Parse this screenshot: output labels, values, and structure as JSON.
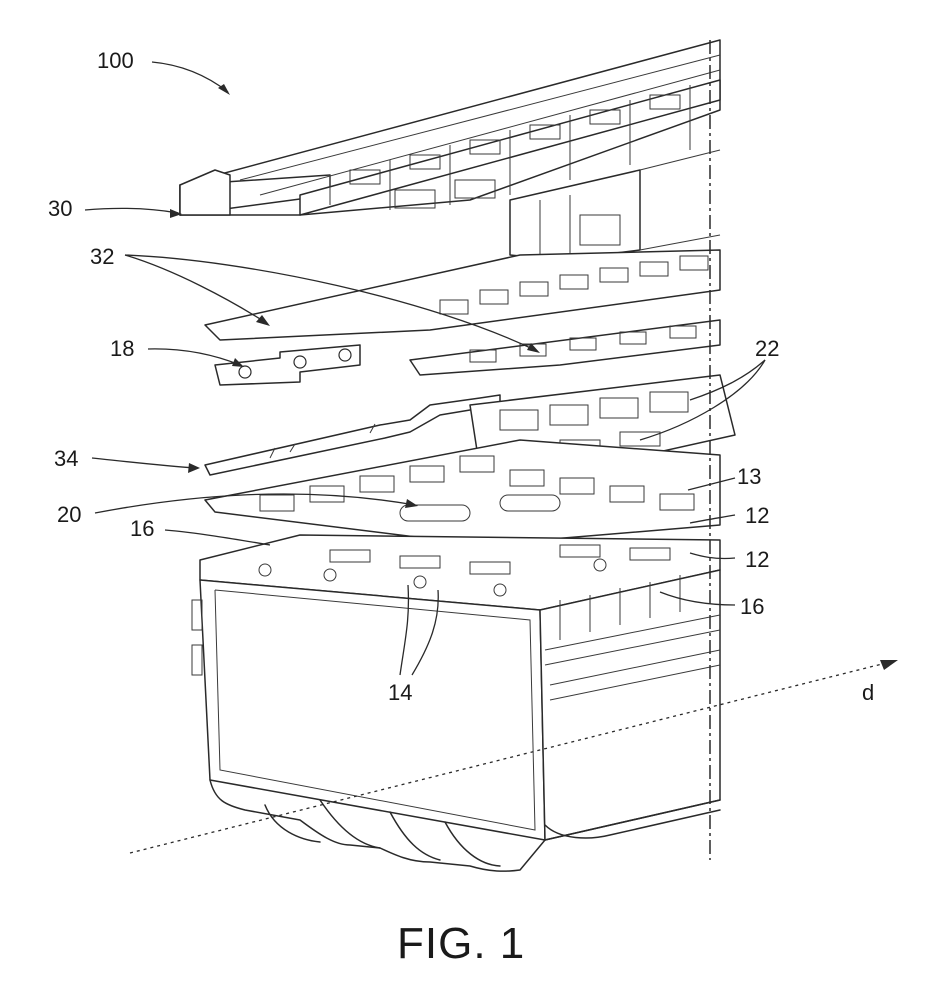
{
  "figure": {
    "caption": "FIG. 1",
    "references": {
      "assembly": "100",
      "top_frame": "30",
      "plates": "32",
      "busbar": "18",
      "strip": "34",
      "flex_board": "22",
      "spacer_sheet": "20",
      "layer_13": "13",
      "layer_12_upper": "12",
      "layer_12_lower": "12",
      "terminal_left": "16",
      "terminal_right": "16",
      "tabs": "14",
      "direction": "d"
    }
  }
}
